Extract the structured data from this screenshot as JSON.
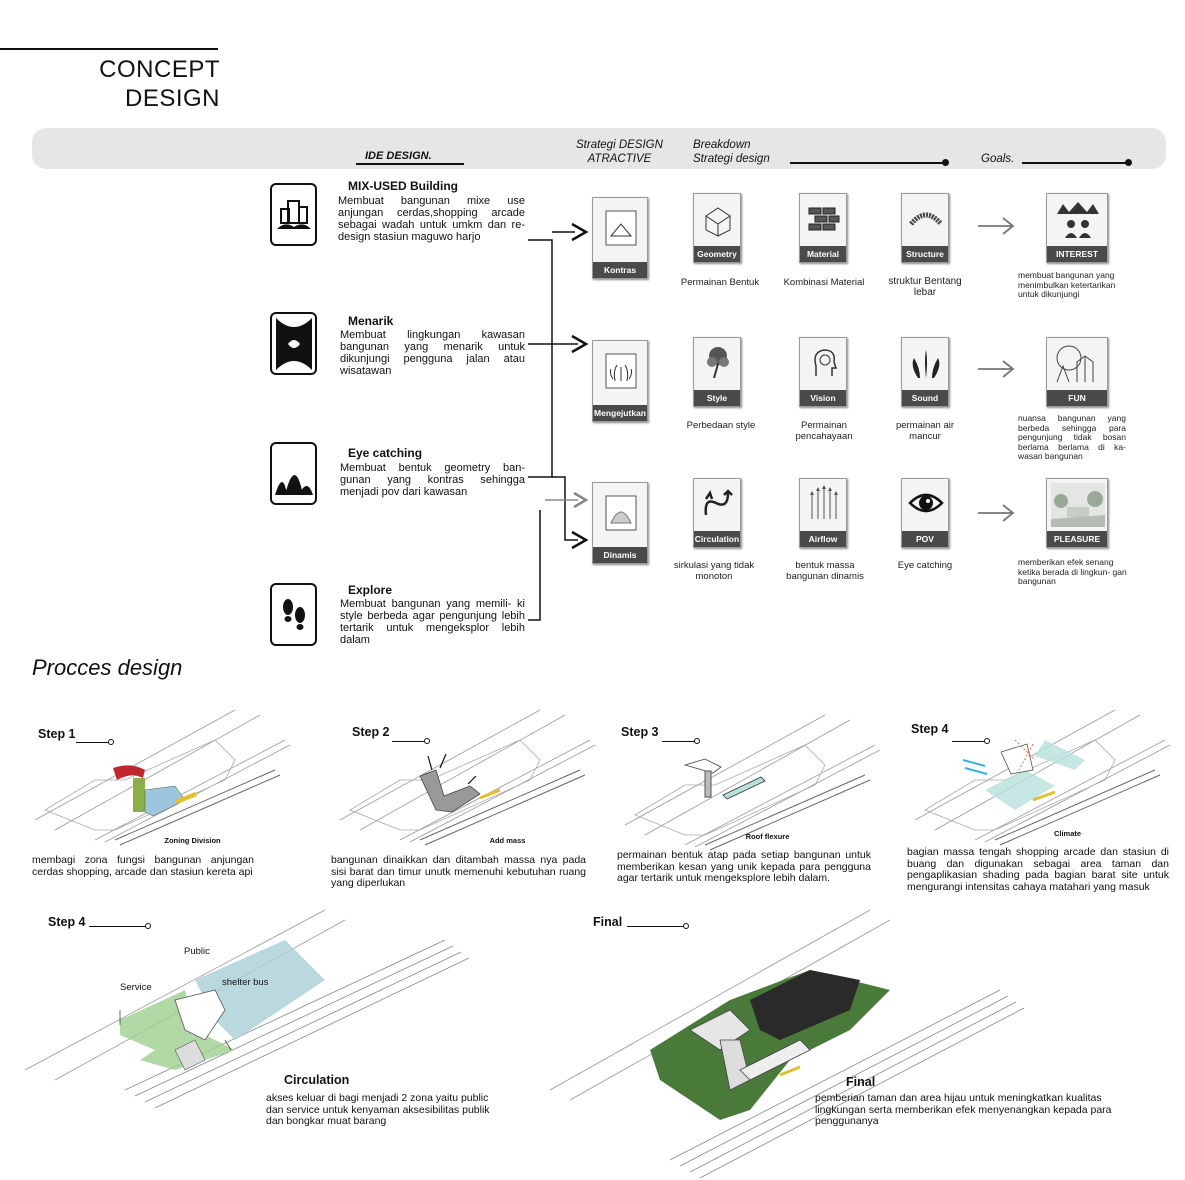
{
  "header": {
    "title_line1": "CONCEPT",
    "title_line2": "DESIGN"
  },
  "banner": {
    "ide": "IDE DESIGN.",
    "strategy": "Strategi DESIGN\nATRACTIVE",
    "breakdown": "Breakdown\nStrategi design",
    "goals": "Goals."
  },
  "ideas": [
    {
      "title": "MIX-USED Building",
      "text": "Membuat bangunan mixe use anjungan cerdas,shopping arcade sebagai wadah untuk umkm dan re- design stasiun maguwo harjo",
      "icon": "mixed-building-icon"
    },
    {
      "title": "Menarik",
      "text": "Membuat lingkungan kawasan bangunan yang menarik untuk dikunjungi pengguna jalan atau wisatawan",
      "icon": "x-shape-icon"
    },
    {
      "title": "Eye catching",
      "text": "Membuat bentuk geometry ban- gunan yang kontras sehingga menjadi pov dari kawasan",
      "icon": "wave-shapes-icon"
    },
    {
      "title": "Explore",
      "text": "Membuat bangunan yang memili- ki style berbeda agar pengunjung lebih tertarik untuk mengeksplor lebih dalam",
      "icon": "footprints-icon"
    }
  ],
  "strategies": [
    "Kontras",
    "Mengejutkan",
    "Dinamis"
  ],
  "rows": [
    {
      "items": [
        {
          "label": "Geometry",
          "caption": "Permainan Bentuk"
        },
        {
          "label": "Material",
          "caption": "Kombinasi Material"
        },
        {
          "label": "Structure",
          "caption": "struktur Bentang lebar"
        }
      ],
      "goal": {
        "label": "INTEREST",
        "text": "membuat bangunan yang menimbulkan ketertarikan untuk dikunjungi"
      }
    },
    {
      "items": [
        {
          "label": "Style",
          "caption": "Perbedaan style"
        },
        {
          "label": "Vision",
          "caption": "Permainan pencahayaan"
        },
        {
          "label": "Sound",
          "caption": "permainan air mancur"
        }
      ],
      "goal": {
        "label": "FUN",
        "text": "nuansa bangunan yang berbeda sehingga para pengunjung tidak bosan berlama berlama di ka- wasan bangunan"
      }
    },
    {
      "items": [
        {
          "label": "Circulation",
          "caption": "sirkulasi yang tidak monoton"
        },
        {
          "label": "Airflow",
          "caption": "bentuk massa bangunan dinamis"
        },
        {
          "label": "POV",
          "caption": "Eye catching"
        }
      ],
      "goal": {
        "label": "PLEASURE",
        "text": "memberikan efek senang ketika berada di lingkun- gan bangunan"
      }
    }
  ],
  "process": {
    "title": "Procces design",
    "steps": [
      {
        "step": "Step 1",
        "caption": "Zoning Division",
        "text": "membagi zona fungsi bangunan anjungan cerdas shopping, arcade dan stasiun kereta api"
      },
      {
        "step": "Step 2",
        "caption": "Add mass",
        "text": "bangunan dinaikkan dan ditambah massa nya pada sisi barat dan timur unutk memenuhi kebutuhan ruang yang diperlukan"
      },
      {
        "step": "Step 3",
        "caption": "Roof flexure",
        "text": "permainan bentuk atap pada setiap bangunan untuk memberikan kesan yang unik kepada para pengguna agar tertarik untuk mengeksplore lebih dalam."
      },
      {
        "step": "Step 4",
        "caption": "Climate",
        "text": "bagian massa tengah shopping arcade dan stasiun di buang dan digunakan sebagai area taman dan pengaplikasian shading pada bagian barat site untuk mengurangi intensitas cahaya matahari yang masuk"
      }
    ],
    "circulation": {
      "step": "Step 4",
      "caption": "Circulation",
      "text": "akses keluar di bagi menjadi 2 zona yaitu public dan service untuk kenyaman aksesibilitas publik dan bongkar muat barang",
      "public": "Public",
      "service": "Service",
      "shelter": "shelter bus"
    },
    "final": {
      "step": "Final",
      "caption": "Final",
      "text": "pemberian taman dan area hijau untuk meningkatkan kualitas lingkungan serta memberikan efek menyenangkan kepada para penggunanya"
    }
  },
  "colors": {
    "banner": "#e6e6e6",
    "label_bg": "#4a4a4a",
    "green": "#4a7a3a",
    "light_blue": "#a8d0d6"
  }
}
